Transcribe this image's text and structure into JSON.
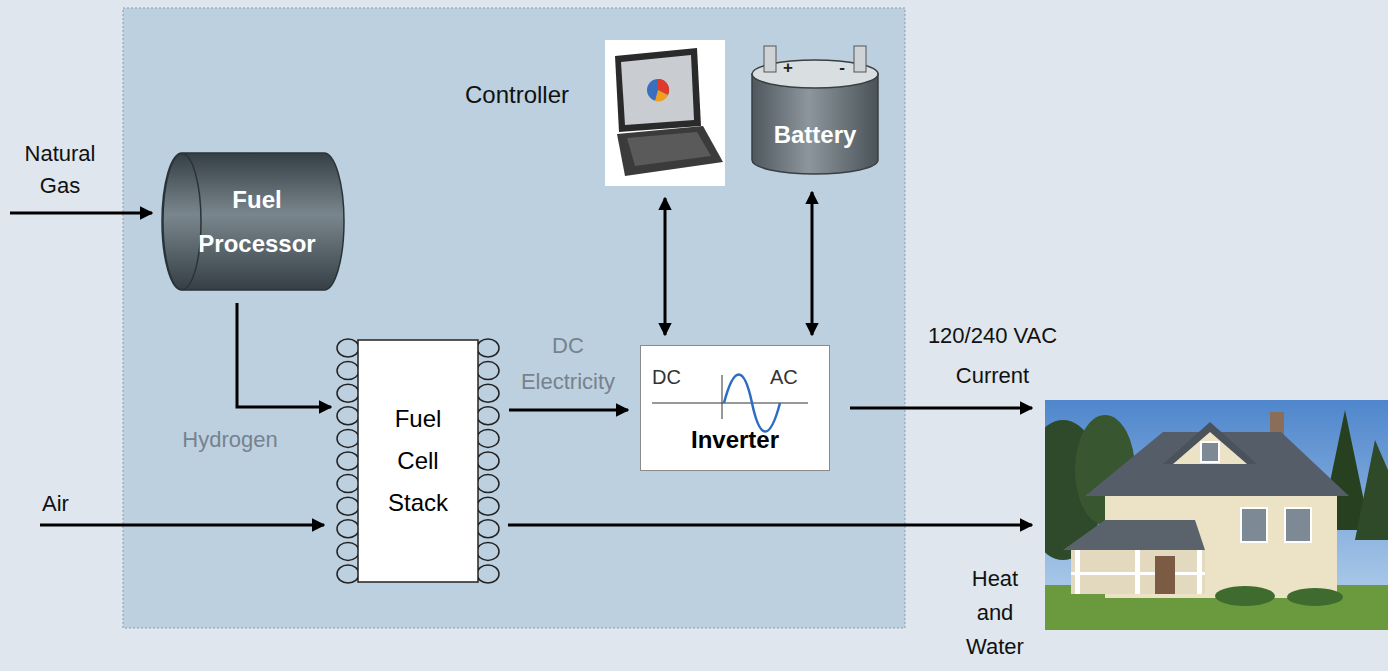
{
  "diagram": {
    "nodes": [
      {
        "text": [
          "Controller"
        ]
      },
      {
        "text": [
          "+",
          "-",
          "Battery"
        ]
      },
      {
        "text": [
          "Fuel Processor"
        ]
      },
      {
        "text": [
          "Fuel Cell Stack"
        ]
      },
      {
        "text": [
          "DC",
          "AC",
          "Inverter"
        ]
      }
    ],
    "edges": [
      {
        "from": 2,
        "to": 3,
        "label": "Hydrogen",
        "arrow": "to"
      },
      {
        "from": 3,
        "to": 4,
        "label": "DC Electricity",
        "arrow": "to"
      },
      {
        "from": 0,
        "to": 4,
        "arrow": "both"
      },
      {
        "from": 1,
        "to": 4,
        "arrow": "both"
      }
    ],
    "labels": [
      "Natural Gas",
      "Air",
      "120/240 VAC Current",
      "Heat and Water"
    ]
  }
}
